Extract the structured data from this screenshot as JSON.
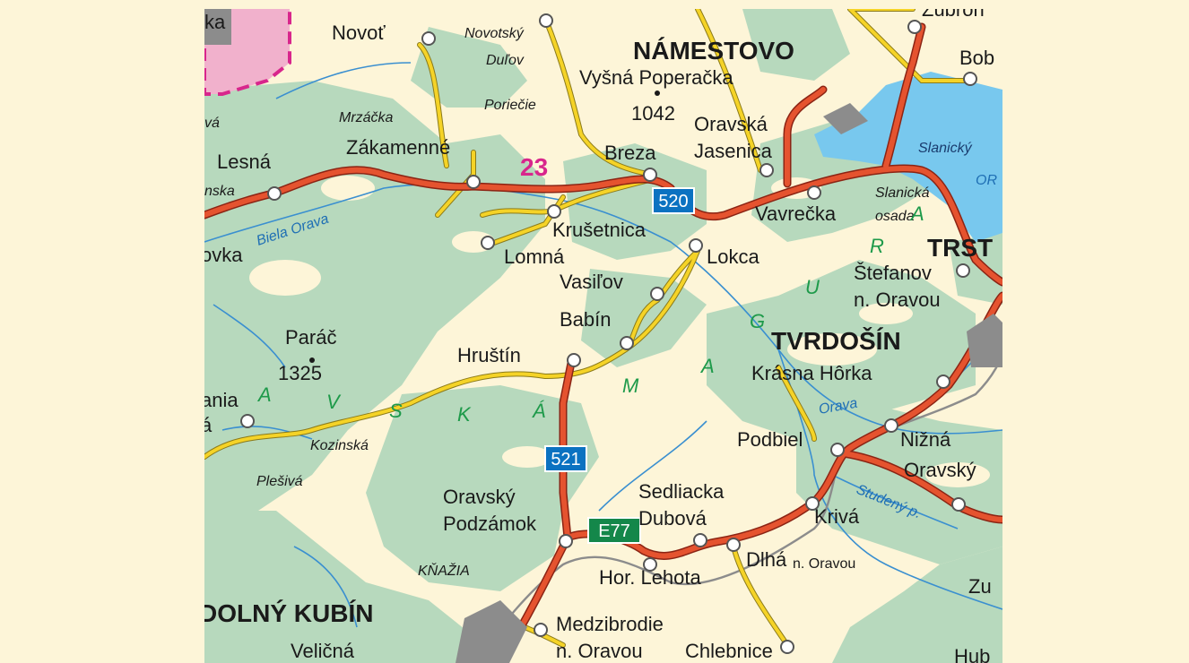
{
  "cities": {
    "namestovo": "NÁMESTOVO",
    "tvrdosin": "TVRDOŠÍN",
    "dolny_kubin": "DOLNÝ KUBÍN",
    "trst": "TRST"
  },
  "towns": {
    "novot": "Novoť",
    "novotsky": "Novotský",
    "durov": "Duľov",
    "vysna_poperacka": "Vyšná Poperačka",
    "peak_1042": "1042",
    "poriecie": "Poriečie",
    "mrzacka": "Mrzáčka",
    "zakamenne": "Zákamenné",
    "breza": "Breza",
    "oravska": "Oravská",
    "jasenica": "Jasenica",
    "lesna": "Lesná",
    "nska": "nska",
    "va": "vá",
    "ka_top": "ka",
    "krusetnica": "Krušetnica",
    "lomna": "Lomná",
    "vavrecka": "Vavrečka",
    "slanicka": "Slanická",
    "osada": "osada",
    "lokca": "Lokca",
    "ovka": "ovka",
    "vasilov": "Vasiľov",
    "stefanov": "Štefanov",
    "n_oravou": "n. Oravou",
    "babin": "Babín",
    "parac": "Paráč",
    "peak_1325": "1325",
    "hrustin": "Hruštín",
    "krasna_horka": "Krásna Hôrka",
    "ania": "ania",
    "a_left": "á",
    "podbiel": "Podbiel",
    "nizna": "Nižná",
    "kozinska": "Kozinská",
    "oravsky": "Oravský",
    "plesiva": "Plešivá",
    "oravsky_podzamok_1": "Oravský",
    "oravsky_podzamok_2": "Podzámok",
    "sedliacka": "Sedliacka",
    "dubova": "Dubová",
    "kriva": "Krivá",
    "knazia": "KŇAŽIA",
    "hor_lehota": "Hor. Lehota",
    "dlha": "Dlhá",
    "n_oravou_small": "n. Oravou",
    "zu": "Zu",
    "medzibrodie": "Medzibrodie",
    "n_oravou_2": "n. Oravou",
    "chlebnice": "Chlebnice",
    "velicna": "Veličná",
    "bob": "Bob",
    "zubrohlava": "Zubroh",
    "hub": "Hub"
  },
  "water": {
    "biela_orava": "Biela Orava",
    "slanicky": "Slanický",
    "or": "OR",
    "orava": "Orava",
    "studeny_p": "Studený p."
  },
  "region": {
    "letters": [
      "A",
      "V",
      "S",
      "K",
      "Á",
      "M",
      "A",
      "G",
      "U",
      "R",
      "A"
    ]
  },
  "road_numbers": {
    "r23": "23",
    "r520": "520",
    "r521": "521",
    "e77": "E77"
  },
  "colors": {
    "background": "#fdf5d8",
    "forest": "#b7d9bd",
    "primary_road": "#d9472b",
    "secondary_road": "#f5d327",
    "water": "#78c8ee",
    "river": "#3a8fd0",
    "route_blue": "#0b72c1",
    "route_green": "#14874a",
    "region_label": "#1e9a4a",
    "county_pink": "#d8268c"
  }
}
